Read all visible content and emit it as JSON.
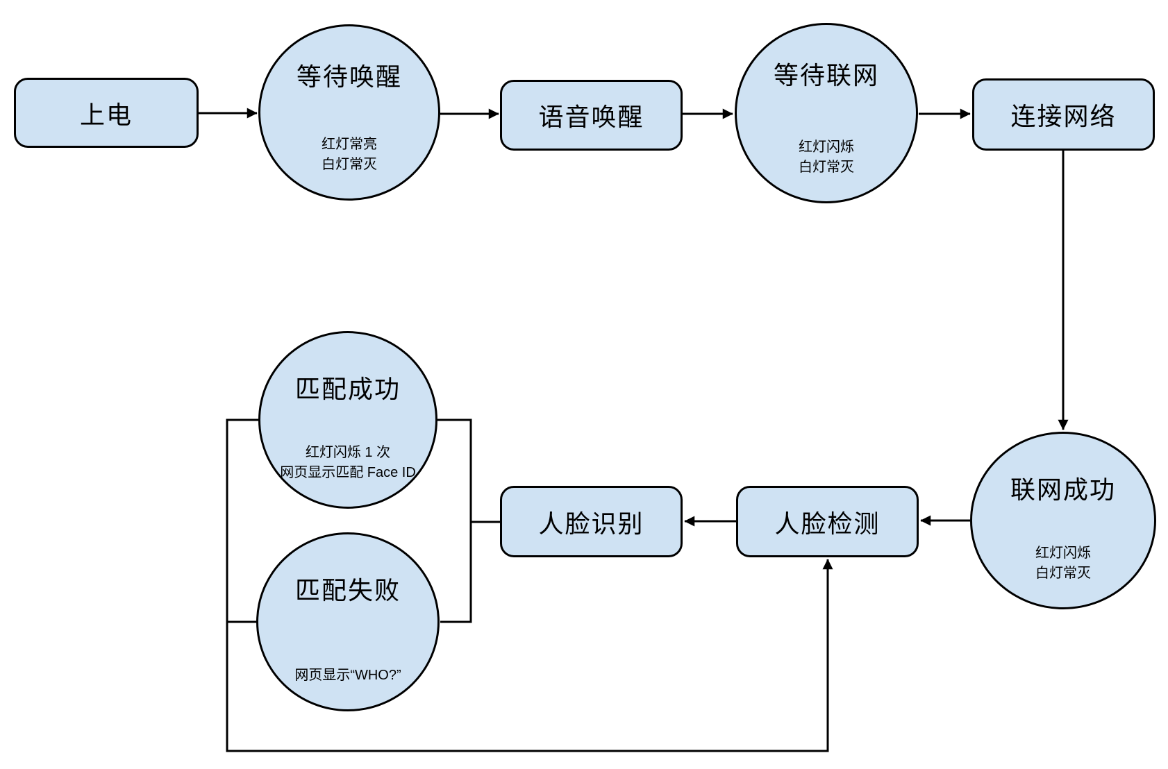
{
  "colors": {
    "node_fill": "#cfe2f3",
    "node_border": "#000000",
    "connector": "#000000",
    "background": "#ffffff"
  },
  "nodes": {
    "power_on": {
      "label": "上电"
    },
    "wait_wake": {
      "title": "等待唤醒",
      "sub1": "红灯常亮",
      "sub2": "白灯常灭"
    },
    "voice_wake": {
      "label": "语音唤醒"
    },
    "wait_network": {
      "title": "等待联网",
      "sub1": "红灯闪烁",
      "sub2": "白灯常灭"
    },
    "connect_network": {
      "label": "连接网络"
    },
    "network_success": {
      "title": "联网成功",
      "sub1": "红灯闪烁",
      "sub2": "白灯常灭"
    },
    "face_detect": {
      "label": "人脸检测"
    },
    "face_recognize": {
      "label": "人脸识别"
    },
    "match_success": {
      "title": "匹配成功",
      "sub1": "红灯闪烁 1 次",
      "sub2": "网页显示匹配 Face ID"
    },
    "match_fail": {
      "title": "匹配失败",
      "sub1": "网页显示“WHO?”"
    }
  },
  "edges": [
    {
      "from": "上电",
      "to": "等待唤醒"
    },
    {
      "from": "等待唤醒",
      "to": "语音唤醒"
    },
    {
      "from": "语音唤醒",
      "to": "等待联网"
    },
    {
      "from": "等待联网",
      "to": "连接网络"
    },
    {
      "from": "连接网络",
      "to": "联网成功"
    },
    {
      "from": "联网成功",
      "to": "人脸检测"
    },
    {
      "from": "人脸检测",
      "to": "人脸识别"
    },
    {
      "from": "人脸识别",
      "to": "匹配成功"
    },
    {
      "from": "人脸识别",
      "to": "匹配失败"
    },
    {
      "from": "匹配成功",
      "to": "人脸检测"
    },
    {
      "from": "匹配失败",
      "to": "人脸检测"
    }
  ]
}
